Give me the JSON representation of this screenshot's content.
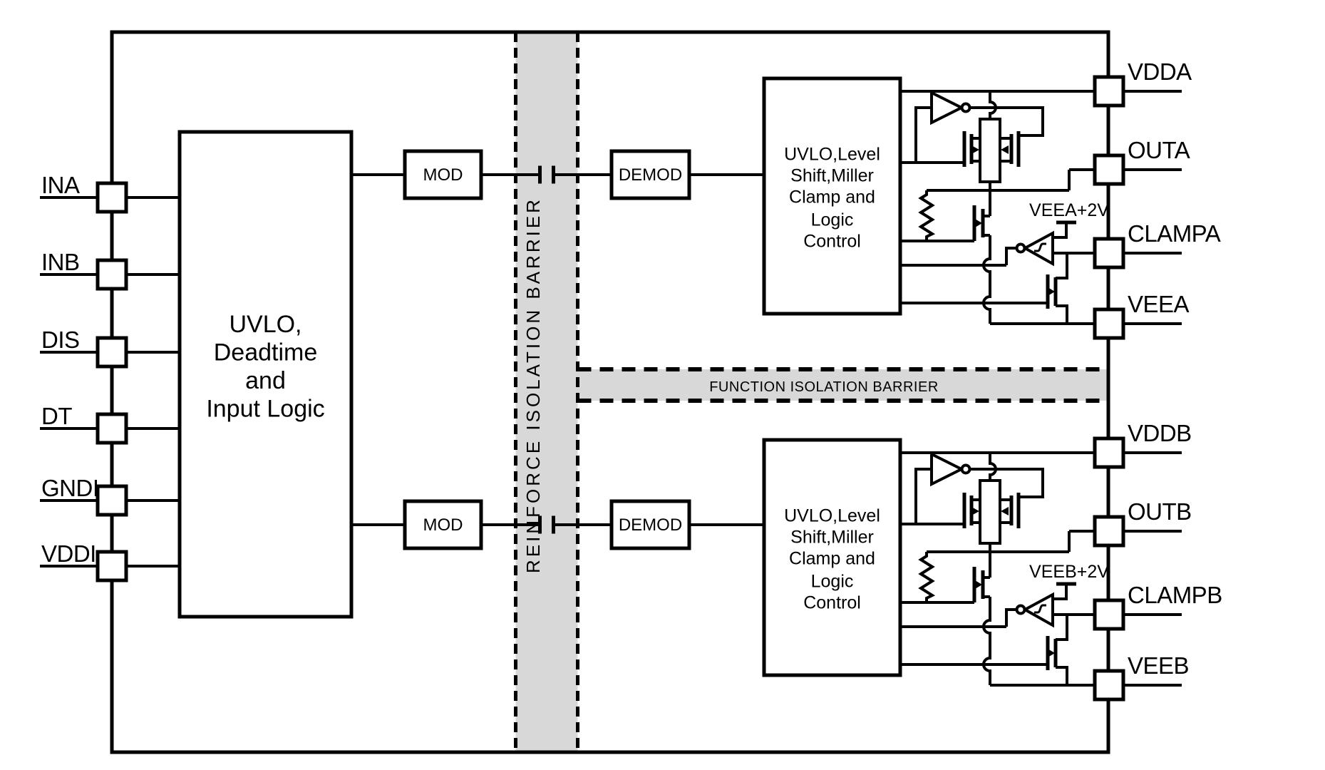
{
  "diagram": {
    "background": "#ffffff",
    "line_color": "#000000",
    "barrier_fill": "#d8d8d8"
  },
  "left_pins": [
    "INA",
    "INB",
    "DIS",
    "DT",
    "GNDI",
    "VDDI"
  ],
  "right_pins_a": [
    "VDDA",
    "OUTA",
    "CLAMPA",
    "VEEA"
  ],
  "right_pins_b": [
    "VDDB",
    "OUTB",
    "CLAMPB",
    "VEEB"
  ],
  "blocks": {
    "input_logic": {
      "lines": [
        "UVLO,",
        "Deadtime",
        "and",
        "Input Logic"
      ]
    },
    "mod_label": "MOD",
    "demod_label": "DEMOD",
    "driver": {
      "lines": [
        "UVLO,Level",
        "Shift,Miller",
        "Clamp and",
        "Logic",
        "Control"
      ]
    }
  },
  "barriers": {
    "reinforced": "REINFORCE ISOLATION BARRIER",
    "functional": "FUNCTION ISOLATION BARRIER"
  },
  "supply_labels": {
    "a": "VEEA+2V",
    "b": "VEEB+2V"
  }
}
